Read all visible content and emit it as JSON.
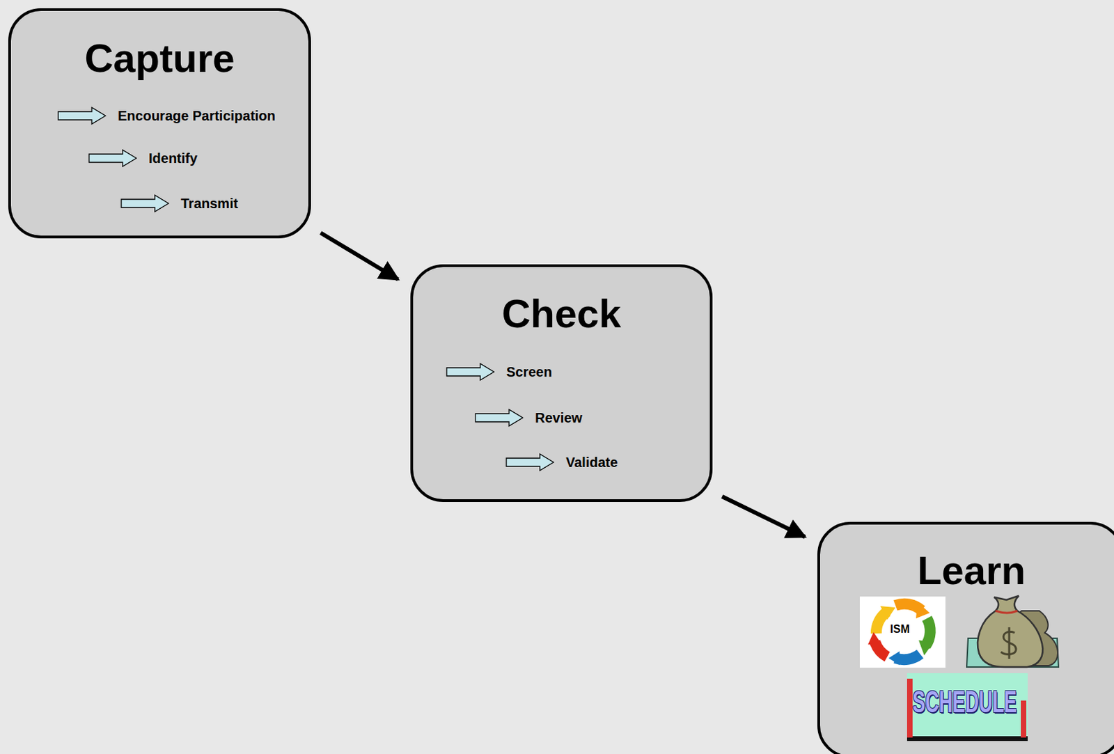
{
  "diagram": {
    "nodes": [
      {
        "text": [
          "Capture",
          "Encourage Participation",
          "Identify",
          "Transmit"
        ]
      },
      {
        "text": [
          "Check",
          "Screen",
          "Review",
          "Validate"
        ]
      },
      {
        "text": [
          "Learn",
          "ISM",
          "SCHEDULE"
        ]
      }
    ],
    "edges": [
      {
        "from": 0,
        "to": 1,
        "arrow": "to"
      },
      {
        "from": 1,
        "to": 2,
        "arrow": "to"
      }
    ]
  }
}
